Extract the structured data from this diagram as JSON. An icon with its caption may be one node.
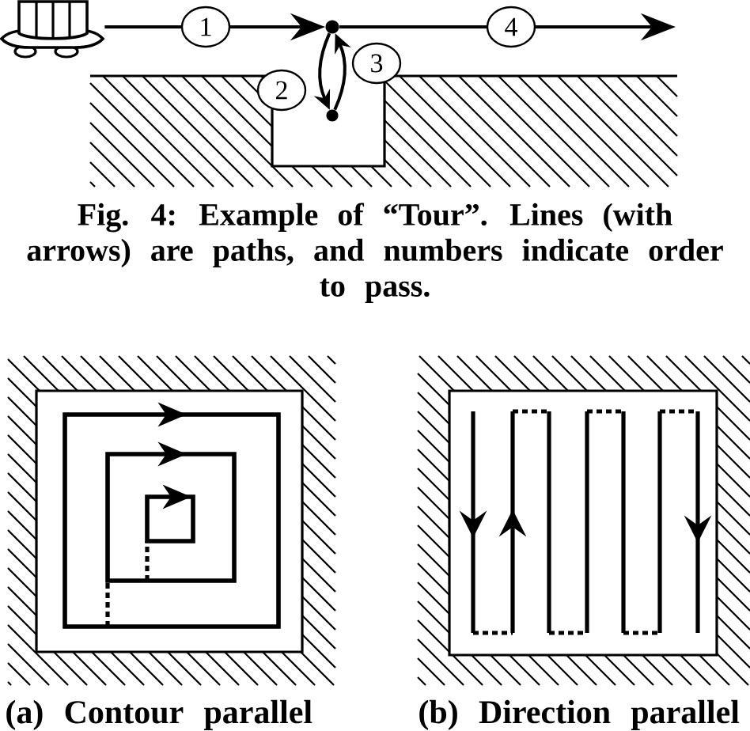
{
  "diagram": {
    "caption": "Fig. 4: Example of “Tour”. Lines (with arrows) are paths, and numbers indicate order to pass.",
    "nodes": [
      {
        "text": [],
        "shape": "picture"
      },
      {
        "text": [],
        "shape": "circle"
      },
      {
        "text": [],
        "shape": "circle"
      }
    ],
    "edges": [
      {
        "from": 0,
        "to": 1,
        "arrow": "to",
        "label": "1"
      },
      {
        "from": 1,
        "to": 2,
        "arrow": "to",
        "label": "2"
      },
      {
        "from": 2,
        "to": 1,
        "arrow": "to",
        "label": "3"
      },
      {
        "from": 1,
        "to": null,
        "arrow": "to",
        "label": "4"
      }
    ],
    "labels": [
      "(a) Contour parallel",
      "(b) Direction parallel"
    ]
  }
}
